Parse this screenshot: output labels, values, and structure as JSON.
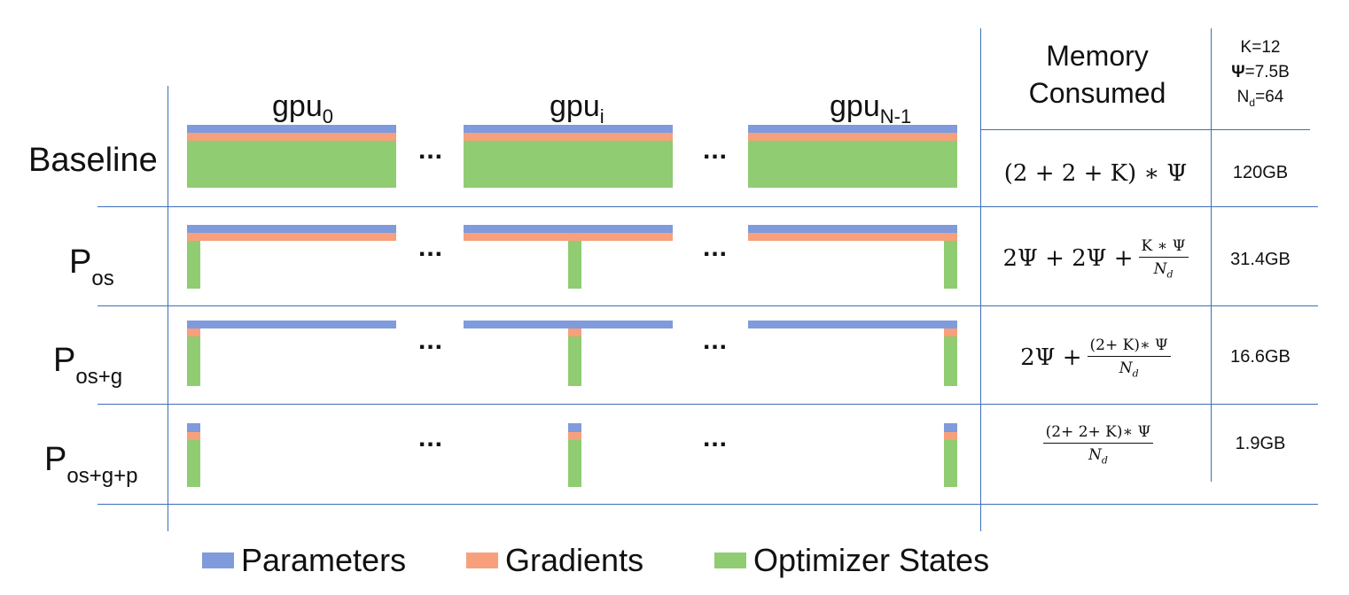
{
  "colors": {
    "parameters": "#7f9bdb",
    "gradients": "#f7a07b",
    "optimizer": "#8fcc72",
    "grid": "#3e6fb8"
  },
  "header": {
    "gpu_base": "gpu",
    "gpu0_sub": "0",
    "gpui_sub": "i",
    "gpun_sub": "N-1",
    "memory_line1": "Memory",
    "memory_line2": "Consumed",
    "k_value": "K=12",
    "psi_symbol": "Ψ",
    "psi_value": "=7.5B",
    "nd_base": "N",
    "nd_sub": "d",
    "nd_value": "=64"
  },
  "dots": "...",
  "rows": [
    {
      "label": "Baseline",
      "label_sub": "",
      "formula": "(2 + 2 + K) ∗ Ψ",
      "memory": "120GB"
    },
    {
      "label": "P",
      "label_sub": "os",
      "formula_prefix": "2Ψ + 2Ψ + ",
      "frac_num": "K ∗ Ψ",
      "frac_den": "N",
      "frac_den_sub": "d",
      "memory": "31.4GB"
    },
    {
      "label": "P",
      "label_sub": "os+g",
      "formula_prefix": "2Ψ + ",
      "frac_num": "(2+ K)∗ Ψ",
      "frac_den": "N",
      "frac_den_sub": "d",
      "memory": "16.6GB"
    },
    {
      "label": "P",
      "label_sub": "os+g+p",
      "formula_prefix": "",
      "frac_num": "(2+ 2+ K)∗ Ψ",
      "frac_den": "N",
      "frac_den_sub": "d",
      "memory": "1.9GB"
    }
  ],
  "legend": [
    {
      "label": "Parameters",
      "color": "#7f9bdb"
    },
    {
      "label": "Gradients",
      "color": "#f7a07b"
    },
    {
      "label": "Optimizer States",
      "color": "#8fcc72"
    }
  ]
}
